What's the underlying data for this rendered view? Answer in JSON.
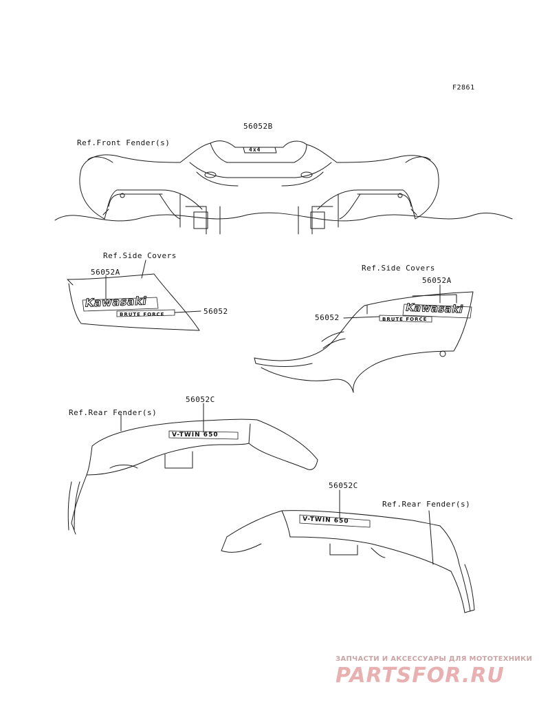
{
  "figure_id": "F2861",
  "labels": {
    "part_56052b": "56052B",
    "ref_front_fender": "Ref.Front Fender(s)",
    "ref_side_covers_left": "Ref.Side Covers",
    "part_56052a_left": "56052A",
    "part_56052_left": "56052",
    "ref_side_covers_right": "Ref.Side Covers",
    "part_56052a_right": "56052A",
    "part_56052_right": "56052",
    "part_56052c_upper": "56052C",
    "ref_rear_fender_upper": "Ref.Rear Fender(s)",
    "part_56052c_lower": "56052C",
    "ref_rear_fender_lower": "Ref.Rear Fender(s)"
  },
  "decals": {
    "front_badge": "4x4",
    "brand_left": "Kawasaki",
    "model_left": "BRUTE FORCE",
    "brand_right": "Kawasaki",
    "model_right": "BRUTE FORCE",
    "rear_upper": "V-TWIN 650",
    "rear_lower": "V-TWIN 650"
  },
  "watermark": {
    "tagline": "ЗАПЧАСТИ И АКСЕССУАРЫ ДЛЯ МОТОТЕХНИКИ",
    "logo": "PARTSFOR.RU",
    "colors": {
      "tagline": "#c9a5a5",
      "logo": "#e8b0b0"
    }
  },
  "colors": {
    "line": "#1a1a1a",
    "ink": "#111111"
  }
}
